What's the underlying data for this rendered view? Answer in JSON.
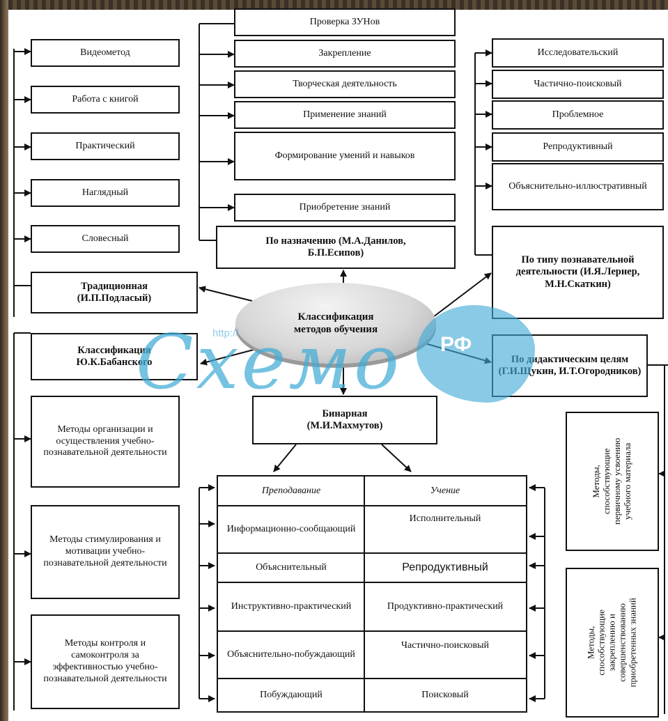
{
  "center": {
    "line1": "Классификация",
    "line2": "методов обучения"
  },
  "left_methods": [
    "Видеометод",
    "Работа с книгой",
    "Практический",
    "Наглядный",
    "Словесный"
  ],
  "traditional": {
    "line1": "Традиционная",
    "line2": "(И.П.Подласый)"
  },
  "babansky": {
    "line1": "Классификация",
    "line2": "Ю.К.Бабанского"
  },
  "babansky_items": [
    "Методы организации и осуществления учебно-познавательной деятельности",
    "Методы стимулирования и мотивации учебно-познавательной деятельности",
    "Методы контроля и самоконтроля за эффективностью учебно-познавательной деятельности"
  ],
  "purpose_items": [
    "Проверка ЗУНов",
    "Закрепление",
    "Творческая деятельность",
    "Применение знаний",
    "Формирование умений и навыков",
    "Приобретение знаний"
  ],
  "purpose": {
    "line1": "По назначению (М.А.Данилов,",
    "line2": "Б.П.Есипов)"
  },
  "cognitive_items": [
    "Исследовательский",
    "Частично-поисковый",
    "Проблемное",
    "Репродуктивный",
    "Объяснительно-иллюстративный"
  ],
  "cognitive": {
    "text": "По типу познавательной деятельности (И.Я.Лернер, М.Н.Скаткин)"
  },
  "didactic": {
    "text": "По дидактическим целям (Г.И.Щукин, И.Т.Огородников)"
  },
  "didactic_items": [
    "Методы, способствующие первичному усвоению учебного материала",
    "Методы, способствующие закреплению и совершенствованию приобретенных знаний"
  ],
  "binary": {
    "line1": "Бинарная",
    "line2": "(М.И.Махмутов)"
  },
  "binary_table": {
    "headers": [
      "Преподавание",
      "Учение"
    ],
    "rows": [
      [
        "Информационно-сообщающий",
        "Исполнительный"
      ],
      [
        "Объяснительный",
        "Репродуктивный"
      ],
      [
        "Инструктивно-практический",
        "Продуктивно-практический"
      ],
      [
        "Объяснительно-побуждающий",
        "Частично-поисковый"
      ],
      [
        "Побуждающий",
        "Поисковый"
      ]
    ]
  },
  "watermark": {
    "text": "Схемо",
    "url": "http://",
    "badge": "РФ"
  }
}
